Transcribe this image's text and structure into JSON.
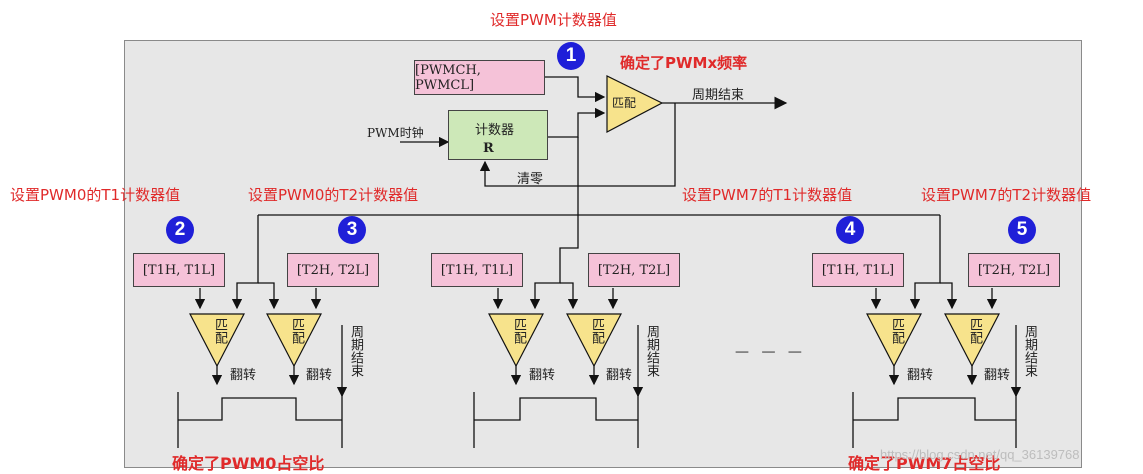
{
  "titles": {
    "top": "设置PWM计数器值",
    "freq": "确定了PWMx频率",
    "t1_pwm0": "设置PWM0的T1计数器值",
    "t2_pwm0": "设置PWM0的T2计数器值",
    "t1_pwm7": "设置PWM7的T1计数器值",
    "t2_pwm7": "设置PWM7的T2计数器值",
    "duty0": "确定了PWM0占空比",
    "duty7": "确定了PWM7占空比"
  },
  "badges": [
    "1",
    "2",
    "3",
    "4",
    "5"
  ],
  "blocks": {
    "pwmch": "[PWMCH, PWMCL]",
    "counter": "计数器",
    "counter_reset": "R",
    "clock": "PWM时钟",
    "clear": "清零",
    "match": "匹配",
    "period_end": "周期结束",
    "t1": "[T1H, T1L]",
    "t2": "[T2H, T2L]",
    "flip": "翻转",
    "ellipsis": "— — —"
  },
  "watermark": "https://blog.csdn.net/qq_36139768",
  "colors": {
    "accent": "#e02a2a",
    "badge": "#1f1fd8",
    "pink": "#f5c2d8",
    "green": "#cde8b8",
    "triangle": "#f7e38c"
  }
}
